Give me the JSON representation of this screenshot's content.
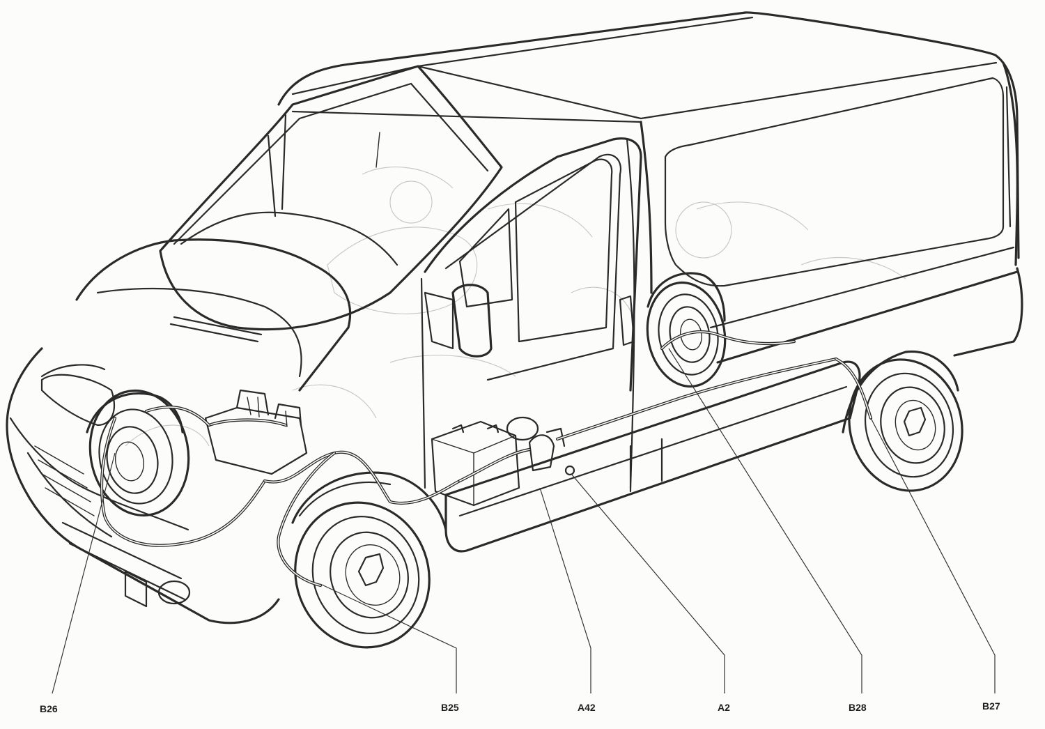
{
  "callouts": [
    {
      "id": "b26",
      "text": "B26"
    },
    {
      "id": "b25",
      "text": "B25"
    },
    {
      "id": "a42",
      "text": "A42"
    },
    {
      "id": "a2",
      "text": "A2"
    },
    {
      "id": "b28",
      "text": "B28"
    },
    {
      "id": "b27",
      "text": "B27"
    }
  ],
  "colors": {
    "ink": "#2a2a2a",
    "paper": "#fcfcfa",
    "ghost": "#c9c9c4"
  }
}
